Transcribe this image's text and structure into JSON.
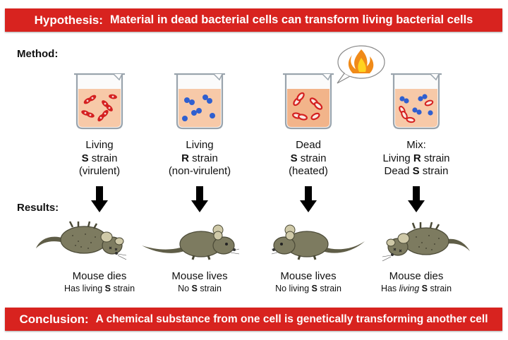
{
  "hypothesis": {
    "lead": "Hypothesis:",
    "text": "Material in dead bacterial cells can transform living bacterial cells"
  },
  "labels": {
    "method": "Method:",
    "results": "Results:"
  },
  "conclusion": {
    "lead": "Conclusion:",
    "text": "A chemical substance from one cell is genetically transforming another cell"
  },
  "experiments": [
    {
      "line1": "Living",
      "line2_bold": "S",
      "line2_rest": " strain",
      "line3_bold": "",
      "line3_rest": "(virulent)",
      "bacteria": "red",
      "result": "Mouse dies",
      "detail_pre": "Has living ",
      "detail_bold": "S",
      "detail_post": " strain",
      "outcome": "dies"
    },
    {
      "line1": "Living",
      "line2_bold": "R",
      "line2_rest": " strain",
      "line3_bold": "",
      "line3_rest": "(non-virulent)",
      "bacteria": "blue",
      "result": "Mouse lives",
      "detail_pre": "No ",
      "detail_bold": "S",
      "detail_post": " strain",
      "outcome": "lives"
    },
    {
      "line1": "Dead",
      "line2_bold": "S",
      "line2_rest": " strain",
      "line3_bold": "",
      "line3_rest": "(heated)",
      "bacteria": "red-open",
      "result": "Mouse lives",
      "detail_pre": "No living ",
      "detail_bold": "S",
      "detail_post": " strain",
      "outcome": "lives"
    },
    {
      "line1": "Mix:",
      "line2_pre": "Living ",
      "line2_bold": "R",
      "line2_rest": " strain",
      "line3_pre": "Dead ",
      "line3_bold": "S",
      "line3_rest": " strain",
      "bacteria": "mixed",
      "result": "Mouse dies",
      "detail_pre": "Has ",
      "detail_italic": "living",
      "detail_bold": "S",
      "detail_post": " strain",
      "outcome": "dies"
    }
  ],
  "colors": {
    "banner": "#d8231f",
    "liquid": "#f7c9a8",
    "s_strain": "#d42020",
    "r_strain": "#2f5fd0",
    "mouse": "#7d7b60",
    "arrow": "#000000"
  },
  "icons": {
    "heat": "flame-icon",
    "arrow": "down-arrow-icon"
  }
}
